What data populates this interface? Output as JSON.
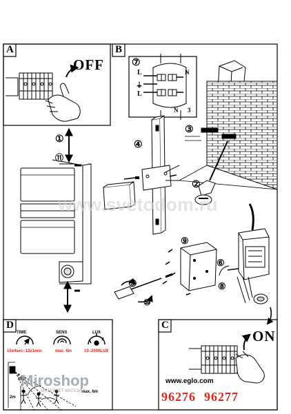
{
  "panels": {
    "a": {
      "letter": "A",
      "switch_label": "OFF"
    },
    "b": {
      "letter": "B"
    },
    "c": {
      "letter": "C",
      "switch_label": "ON"
    },
    "d": {
      "letter": "D"
    }
  },
  "terminal_labels": {
    "l_top": "L",
    "l_bottom": "L",
    "n_side": "N",
    "n_bottom": "N",
    "three": "3",
    "earth_symbol": "⏚"
  },
  "step_numbers": {
    "s1": "①",
    "s2": "②",
    "s3": "③",
    "s4": "④",
    "s5": "⑤",
    "s6": "⑥",
    "s7": "⑦",
    "s8": "⑧",
    "s9": "⑨",
    "s10": "⑩",
    "s11": "⑪"
  },
  "sensor_settings": {
    "time": {
      "title": "TIME",
      "range": "10±4sec–12±1min"
    },
    "sens": {
      "title": "SENS",
      "range": "max. 6m"
    },
    "lux": {
      "title": "LUX",
      "range": "10–2000LUX"
    }
  },
  "detection": {
    "angle": "180°",
    "height": "2m",
    "distance": "max. 6m"
  },
  "website": "www.eglo.com",
  "model_numbers": [
    "96276",
    "96277"
  ],
  "watermark": "www.svetodom.ru",
  "shop_logo": {
    "name": "Miroshop",
    "tagline": "ИНТЕРНЕТ-МАГАЗИН"
  },
  "colors": {
    "line": "#000000",
    "accent_red": "#e0261b",
    "watermark": "#d6d6d6",
    "shop_logo": "#9aa0a8"
  }
}
